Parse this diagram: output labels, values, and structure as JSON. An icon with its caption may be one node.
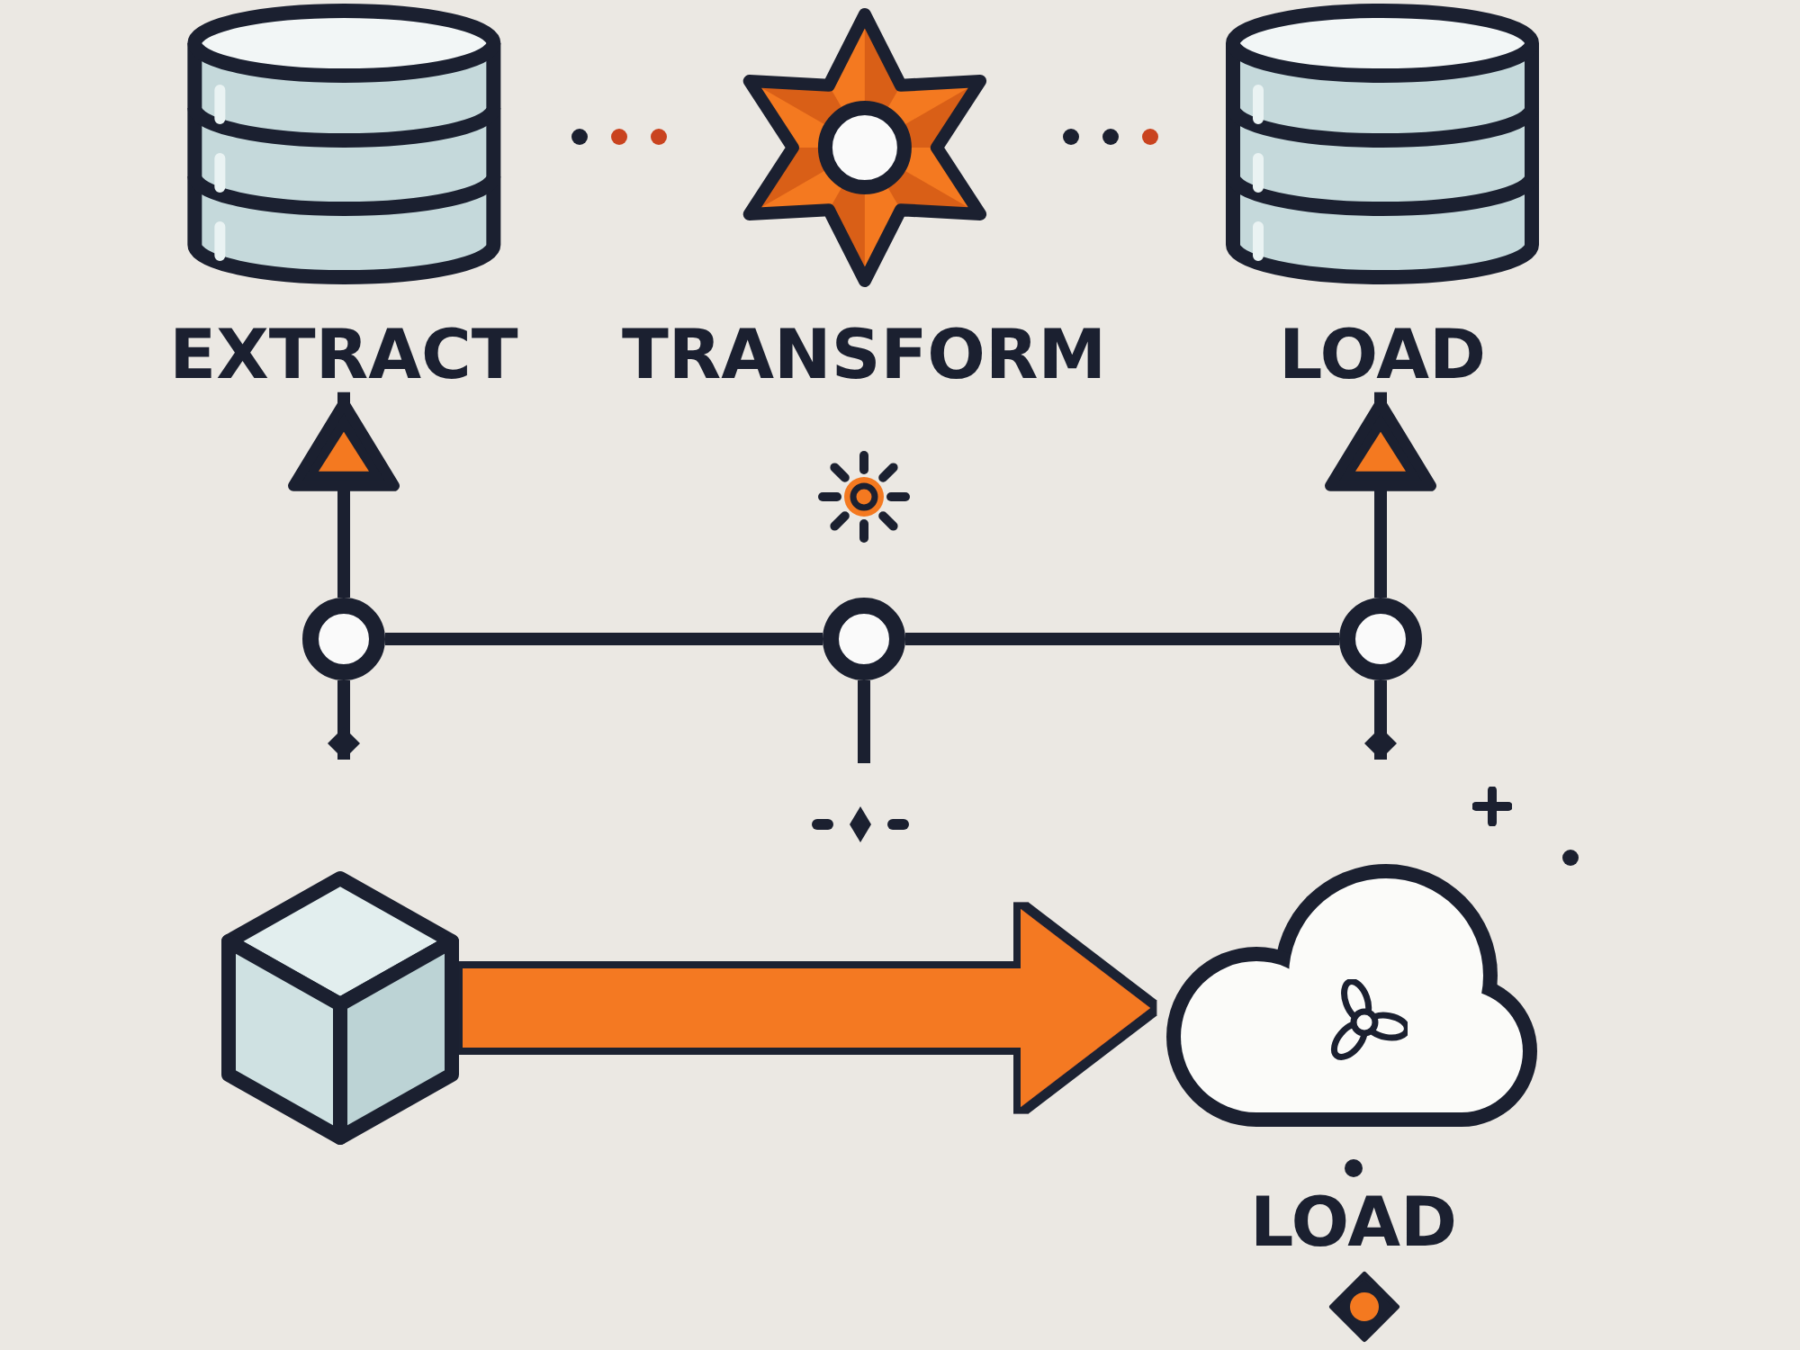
{
  "diagram": {
    "nodes": [
      {
        "text": [
          "EXTRACT"
        ]
      },
      {
        "text": [
          "TRANSFORM"
        ]
      },
      {
        "text": [
          "LOAD"
        ]
      },
      {
        "text": [],
        "shape": "circle"
      },
      {
        "text": [],
        "shape": "circle"
      },
      {
        "text": [],
        "shape": "circle"
      },
      {
        "text": [],
        "shape": "cube"
      },
      {
        "text": [
          "LOAD"
        ]
      }
    ],
    "edges": [
      {
        "from": 3,
        "to": 0,
        "arrow": "to"
      },
      {
        "from": 3,
        "to": 4,
        "arrow": "none"
      },
      {
        "from": 4,
        "to": 5,
        "arrow": "none"
      },
      {
        "from": 5,
        "to": 2,
        "arrow": "to"
      },
      {
        "from": 3,
        "to": null,
        "arrow": "other"
      },
      {
        "from": 4,
        "to": null,
        "arrow": "none"
      },
      {
        "from": 5,
        "to": null,
        "arrow": "other"
      },
      {
        "from": 6,
        "to": 7,
        "arrow": "to",
        "style": "thick",
        "color": "#f47920"
      }
    ]
  }
}
